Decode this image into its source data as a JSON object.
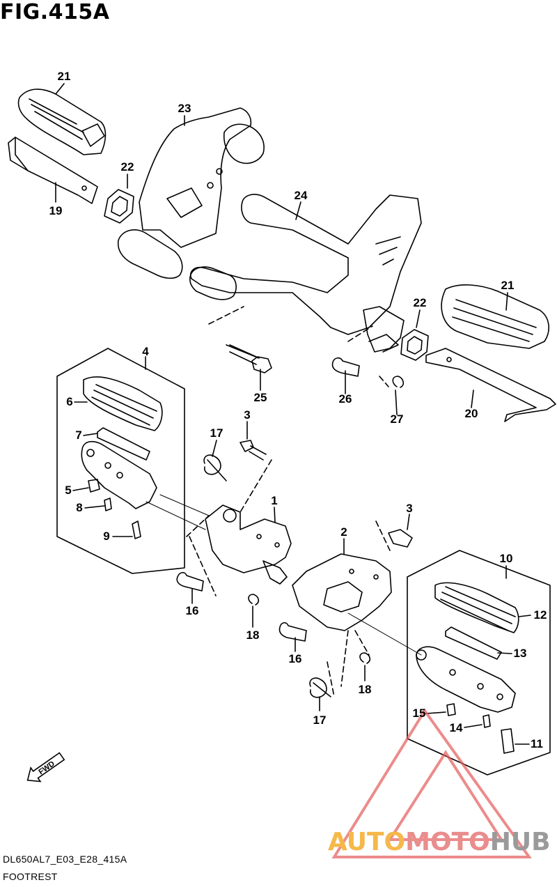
{
  "figure": {
    "title": "FIG.415A"
  },
  "callouts": [
    {
      "id": "c21a",
      "label": "21"
    },
    {
      "id": "c23",
      "label": "23"
    },
    {
      "id": "c22a",
      "label": "22"
    },
    {
      "id": "c19",
      "label": "19"
    },
    {
      "id": "c24",
      "label": "24"
    },
    {
      "id": "c21b",
      "label": "21"
    },
    {
      "id": "c22b",
      "label": "22"
    },
    {
      "id": "c25",
      "label": "25"
    },
    {
      "id": "c26",
      "label": "26"
    },
    {
      "id": "c27",
      "label": "27"
    },
    {
      "id": "c20",
      "label": "20"
    },
    {
      "id": "c4",
      "label": "4"
    },
    {
      "id": "c6",
      "label": "6"
    },
    {
      "id": "c7",
      "label": "7"
    },
    {
      "id": "c5",
      "label": "5"
    },
    {
      "id": "c8",
      "label": "8"
    },
    {
      "id": "c9",
      "label": "9"
    },
    {
      "id": "c3a",
      "label": "3"
    },
    {
      "id": "c17a",
      "label": "17"
    },
    {
      "id": "c1",
      "label": "1"
    },
    {
      "id": "c3b",
      "label": "3"
    },
    {
      "id": "c2",
      "label": "2"
    },
    {
      "id": "c10",
      "label": "10"
    },
    {
      "id": "c12",
      "label": "12"
    },
    {
      "id": "c13",
      "label": "13"
    },
    {
      "id": "c16a",
      "label": "16"
    },
    {
      "id": "c18a",
      "label": "18"
    },
    {
      "id": "c16b",
      "label": "16"
    },
    {
      "id": "c18b",
      "label": "18"
    },
    {
      "id": "c17b",
      "label": "17"
    },
    {
      "id": "c15",
      "label": "15"
    },
    {
      "id": "c14",
      "label": "14"
    },
    {
      "id": "c11",
      "label": "11"
    }
  ],
  "fwd_label": "FWD",
  "footer": {
    "model_code": "DL650AL7_E03_E28_415A",
    "section_name": "FOOTREST"
  },
  "watermark": {
    "part1": "AUTO",
    "part2": "MOTO",
    "part3": "HUB"
  },
  "colors": {
    "line": "#000000",
    "watermark_red": "#e45b5b",
    "watermark_orange": "#f5b84a",
    "watermark_gray": "#9a9a9a"
  }
}
